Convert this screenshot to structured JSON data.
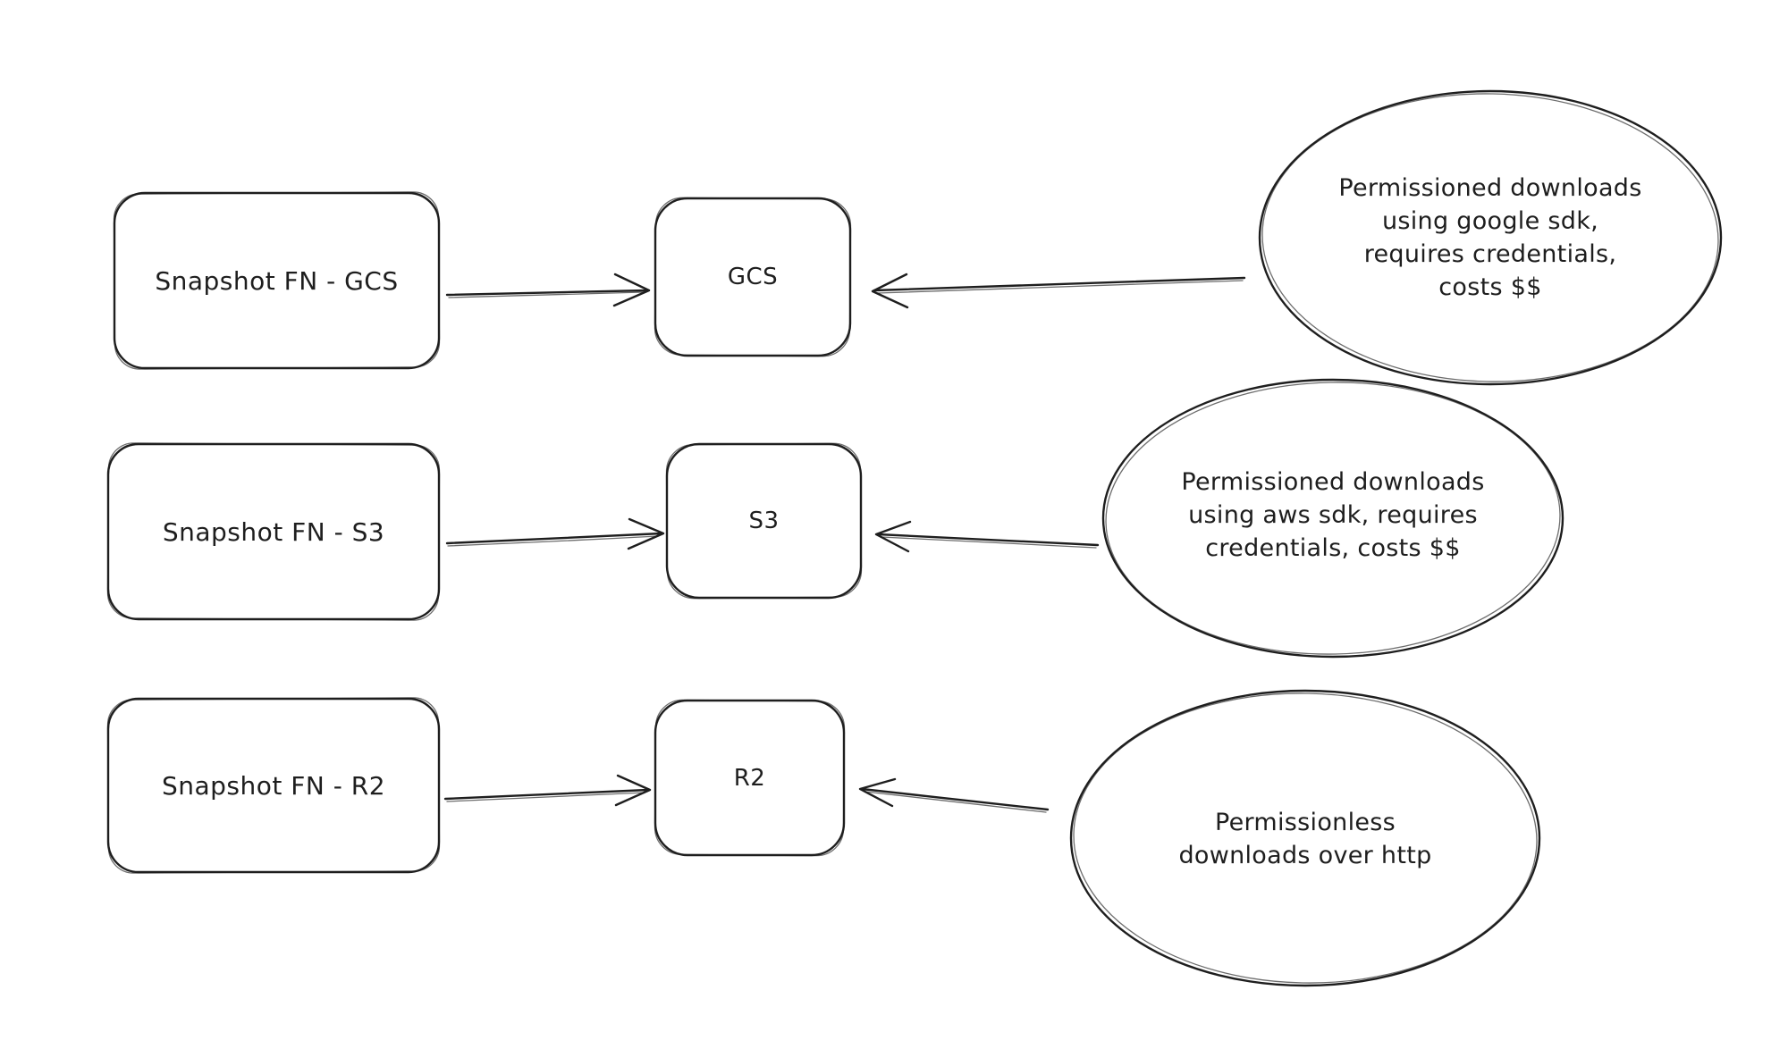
{
  "diagram": {
    "colors": {
      "stroke": "#1e1e1e",
      "background": "#ffffff",
      "text": "#1e1e1e"
    },
    "rows": [
      {
        "source_label": "Snapshot FN - GCS",
        "store_label": "GCS",
        "note_lines": [
          "Permissioned downloads",
          "using google sdk,",
          "requires credentials,",
          "costs $$"
        ]
      },
      {
        "source_label": "Snapshot FN - S3",
        "store_label": "S3",
        "note_lines": [
          "Permissioned downloads",
          "using aws sdk, requires",
          "credentials, costs $$"
        ]
      },
      {
        "source_label": "Snapshot FN - R2",
        "store_label": "R2",
        "note_lines": [
          "Permissionless",
          "downloads over http"
        ]
      }
    ]
  }
}
